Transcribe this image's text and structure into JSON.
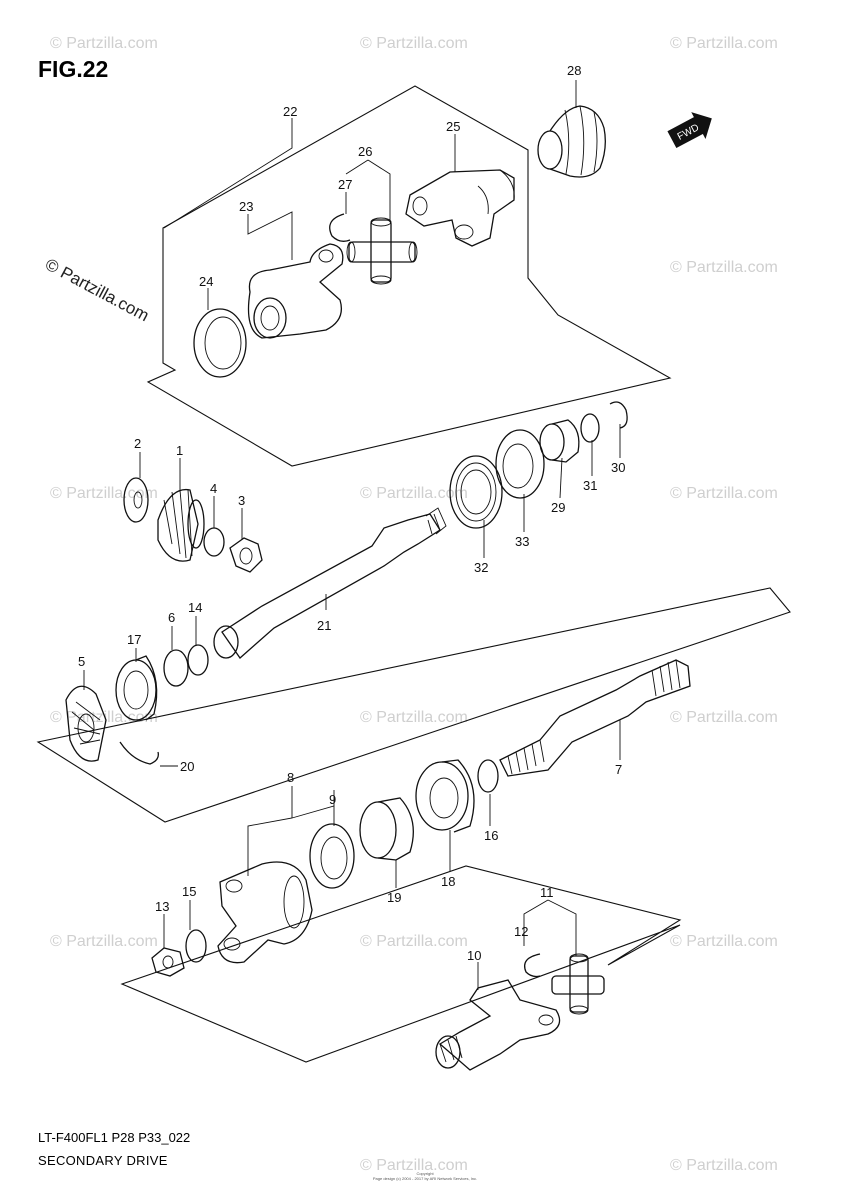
{
  "figure": {
    "title": "FIG.22",
    "model_code": "LT-F400FL1 P28 P33_022",
    "drawing_title": "SECONDARY DRIVE",
    "fwd_label": "FWD",
    "copyright_line1": "Copyright",
    "copyright_line2": "Page design (c) 2004 - 2017 by ARI Network Services, Inc."
  },
  "watermark": {
    "main": "© Partzilla.com",
    "faint": "© Partzilla.com"
  },
  "callouts": {
    "c1": "1",
    "c2": "2",
    "c3": "3",
    "c4": "4",
    "c5": "5",
    "c6": "6",
    "c7": "7",
    "c8": "8",
    "c9": "9",
    "c10": "10",
    "c11": "11",
    "c12": "12",
    "c13": "13",
    "c14": "14",
    "c15": "15",
    "c16": "16",
    "c17": "17",
    "c18": "18",
    "c19": "19",
    "c20": "20",
    "c21": "21",
    "c22": "22",
    "c23": "23",
    "c24": "24",
    "c25": "25",
    "c26": "26",
    "c27": "27",
    "c28": "28",
    "c29": "29",
    "c30": "30",
    "c31": "31",
    "c32": "32",
    "c33": "33"
  },
  "colors": {
    "line": "#111111",
    "watermark": "#cfcfcf",
    "background": "#ffffff"
  }
}
